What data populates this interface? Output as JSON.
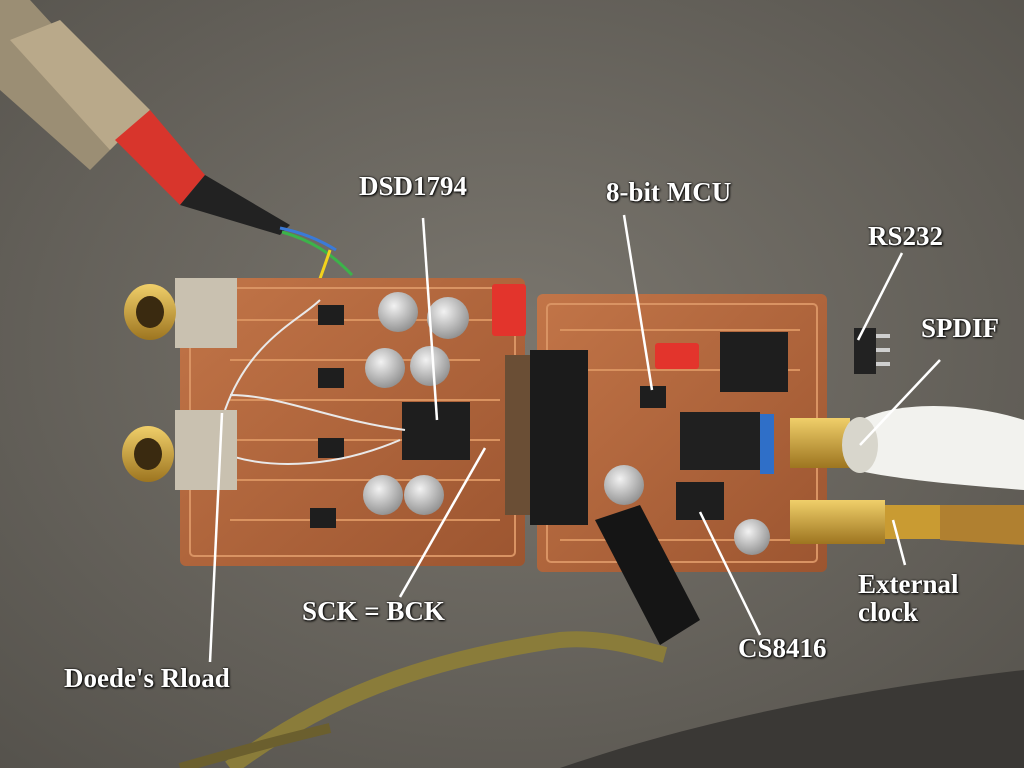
{
  "labels": {
    "dsd1794": "DSD1794",
    "mcu": "8-bit MCU",
    "rs232": "RS232",
    "spdif": "SPDIF",
    "external_clock_line1": "External",
    "external_clock_line2": "clock",
    "sck_bck": "SCK = BCK",
    "cs8416": "CS8416",
    "rload": "Doede's Rload"
  },
  "colors": {
    "background": "#6b6760",
    "pcb": "#b86a3e",
    "pcb_dark": "#8a4a26",
    "solder_mask": "#c98a5a",
    "chip": "#1e1e1e",
    "capacitor": "#d9d9d9",
    "red_header": "#e3342c",
    "label_text": "#ffffff",
    "pointer_line": "#ffffff",
    "rca_gold": "#d4a73b",
    "spdif_cable": "#f2f2ee",
    "usb_cable": "#8a7c3a"
  }
}
